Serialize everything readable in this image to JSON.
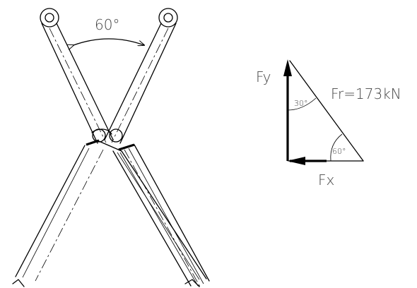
{
  "cylinders": {
    "angle_label": "60°"
  },
  "force_triangle": {
    "fy_label": "Fy",
    "fx_label": "Fx",
    "fr_label": "Fr=173kN",
    "angle_top_label": "30°",
    "angle_bottom_label": "60°"
  }
}
